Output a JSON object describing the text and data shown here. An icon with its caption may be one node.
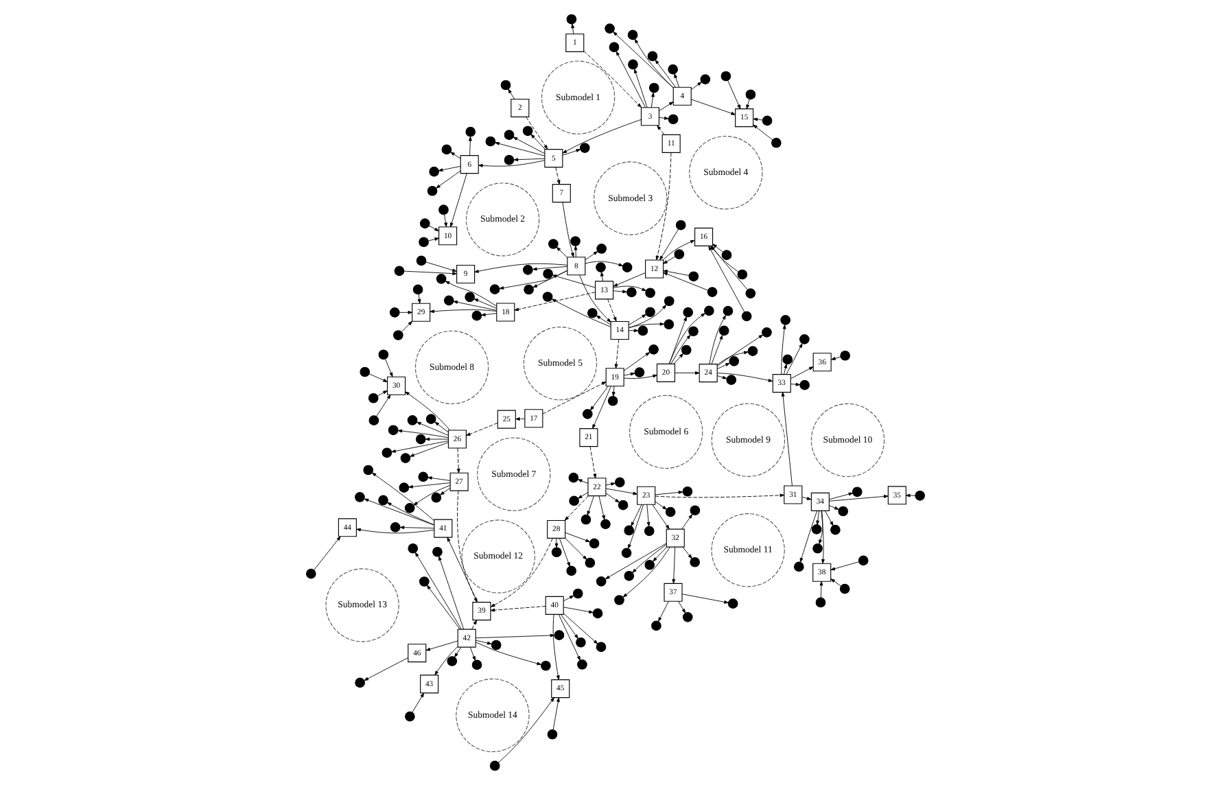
{
  "diagram": {
    "nodes": [
      {
        "text": [
          "Submodel 1"
        ]
      },
      {
        "text": [
          "Submodel 2"
        ]
      },
      {
        "text": [
          "Submodel 3"
        ]
      },
      {
        "text": [
          "Submodel 4"
        ]
      },
      {
        "text": [
          "Submodel 5"
        ]
      },
      {
        "text": [
          "Submodel 6"
        ]
      },
      {
        "text": [
          "Submodel 7"
        ]
      },
      {
        "text": [
          "Submodel 8"
        ]
      },
      {
        "text": [
          "Submodel 9"
        ]
      },
      {
        "text": [
          "Submodel 10"
        ]
      },
      {
        "text": [
          "Submodel 11"
        ]
      },
      {
        "text": [
          "Submodel 12"
        ]
      },
      {
        "text": [
          "Submodel 13"
        ]
      },
      {
        "text": [
          "Submodel 14"
        ]
      },
      {
        "text": [
          "1"
        ]
      },
      {
        "text": [
          "2"
        ]
      },
      {
        "text": [
          "3"
        ]
      },
      {
        "text": [
          "4"
        ]
      },
      {
        "text": [
          "5"
        ]
      },
      {
        "text": [
          "6"
        ]
      },
      {
        "text": [
          "7"
        ]
      },
      {
        "text": [
          "8"
        ]
      },
      {
        "text": [
          "9"
        ]
      },
      {
        "text": [
          "10"
        ]
      },
      {
        "text": [
          "11"
        ]
      },
      {
        "text": [
          "12"
        ]
      },
      {
        "text": [
          "13"
        ]
      },
      {
        "text": [
          "14"
        ]
      },
      {
        "text": [
          "15"
        ]
      },
      {
        "text": [
          "16"
        ]
      },
      {
        "text": [
          "17"
        ]
      },
      {
        "text": [
          "18"
        ]
      },
      {
        "text": [
          "19"
        ]
      },
      {
        "text": [
          "20"
        ]
      },
      {
        "text": [
          "21"
        ]
      },
      {
        "text": [
          "22"
        ]
      },
      {
        "text": [
          "23"
        ]
      },
      {
        "text": [
          "24"
        ]
      },
      {
        "text": [
          "25"
        ]
      },
      {
        "text": [
          "26"
        ]
      },
      {
        "text": [
          "27"
        ]
      },
      {
        "text": [
          "28"
        ]
      },
      {
        "text": [
          "29"
        ]
      },
      {
        "text": [
          "30"
        ]
      },
      {
        "text": [
          "31"
        ]
      },
      {
        "text": [
          "32"
        ]
      },
      {
        "text": [
          "33"
        ]
      },
      {
        "text": [
          "34"
        ]
      },
      {
        "text": [
          "35"
        ]
      },
      {
        "text": [
          "36"
        ]
      },
      {
        "text": [
          "37"
        ]
      },
      {
        "text": [
          "38"
        ]
      },
      {
        "text": [
          "39"
        ]
      },
      {
        "text": [
          "40"
        ]
      },
      {
        "text": [
          "41"
        ]
      },
      {
        "text": [
          "42"
        ]
      },
      {
        "text": [
          "43"
        ]
      },
      {
        "text": [
          "44"
        ]
      },
      {
        "text": [
          "45"
        ]
      },
      {
        "text": [
          "46"
        ]
      },
      {
        "text": [],
        "shape": "circle"
      },
      {
        "text": [],
        "shape": "circle"
      },
      {
        "text": [],
        "shape": "circle"
      },
      {
        "text": [],
        "shape": "circle"
      },
      {
        "text": [],
        "shape": "circle"
      },
      {
        "text": [],
        "shape": "circle"
      },
      {
        "text": [],
        "shape": "circle"
      },
      {
        "text": [],
        "shape": "circle"
      },
      {
        "text": [],
        "shape": "circle"
      },
      {
        "text": [],
        "shape": "circle"
      },
      {
        "text": [],
        "shape": "circle"
      },
      {
        "text": [],
        "shape": "circle"
      },
      {
        "text": [],
        "shape": "circle"
      },
      {
        "text": [],
        "shape": "circle"
      },
      {
        "text": [],
        "shape": "circle"
      },
      {
        "text": [],
        "shape": "circle"
      },
      {
        "text": [],
        "shape": "circle"
      },
      {
        "text": [],
        "shape": "circle"
      },
      {
        "text": [],
        "shape": "circle"
      },
      {
        "text": [],
        "shape": "circle"
      },
      {
        "text": [],
        "shape": "circle"
      },
      {
        "text": [],
        "shape": "circle"
      },
      {
        "text": [],
        "shape": "circle"
      },
      {
        "text": [],
        "shape": "circle"
      },
      {
        "text": [],
        "shape": "circle"
      },
      {
        "text": [],
        "shape": "circle"
      },
      {
        "text": [],
        "shape": "circle"
      },
      {
        "text": [],
        "shape": "circle"
      },
      {
        "text": [],
        "shape": "circle"
      },
      {
        "text": [],
        "shape": "circle"
      },
      {
        "text": [],
        "shape": "circle"
      },
      {
        "text": [],
        "shape": "circle"
      },
      {
        "text": [],
        "shape": "circle"
      },
      {
        "text": [],
        "shape": "circle"
      },
      {
        "text": [],
        "shape": "circle"
      },
      {
        "text": [],
        "shape": "circle"
      },
      {
        "text": [],
        "shape": "circle"
      },
      {
        "text": [],
        "shape": "circle"
      },
      {
        "text": [],
        "shape": "circle"
      },
      {
        "text": [],
        "shape": "circle"
      },
      {
        "text": [],
        "shape": "circle"
      },
      {
        "text": [],
        "shape": "circle"
      },
      {
        "text": [],
        "shape": "circle"
      },
      {
        "text": [],
        "shape": "circle"
      },
      {
        "text": [],
        "shape": "circle"
      },
      {
        "text": [],
        "shape": "circle"
      },
      {
        "text": [],
        "shape": "circle"
      },
      {
        "text": [],
        "shape": "circle"
      },
      {
        "text": [],
        "shape": "circle"
      },
      {
        "text": [],
        "shape": "circle"
      },
      {
        "text": [],
        "shape": "circle"
      },
      {
        "text": [],
        "shape": "circle"
      },
      {
        "text": [],
        "shape": "circle"
      },
      {
        "text": [],
        "shape": "circle"
      },
      {
        "text": [],
        "shape": "circle"
      },
      {
        "text": [],
        "shape": "circle"
      },
      {
        "text": [],
        "shape": "circle"
      },
      {
        "text": [],
        "shape": "circle"
      },
      {
        "text": [],
        "shape": "circle"
      },
      {
        "text": [],
        "shape": "circle"
      },
      {
        "text": [],
        "shape": "circle"
      },
      {
        "text": [],
        "shape": "circle"
      },
      {
        "text": [],
        "shape": "circle"
      },
      {
        "text": [],
        "shape": "circle"
      },
      {
        "text": [],
        "shape": "circle"
      },
      {
        "text": [],
        "shape": "circle"
      },
      {
        "text": [],
        "shape": "circle"
      },
      {
        "text": [],
        "shape": "circle"
      },
      {
        "text": [],
        "shape": "circle"
      },
      {
        "text": [],
        "shape": "circle"
      },
      {
        "text": [],
        "shape": "circle"
      },
      {
        "text": [],
        "shape": "circle"
      },
      {
        "text": [],
        "shape": "circle"
      },
      {
        "text": [],
        "shape": "circle"
      },
      {
        "text": [],
        "shape": "circle"
      },
      {
        "text": [],
        "shape": "circle"
      },
      {
        "text": [],
        "shape": "circle"
      },
      {
        "text": [],
        "shape": "circle"
      },
      {
        "text": [],
        "shape": "circle"
      },
      {
        "text": [],
        "shape": "circle"
      },
      {
        "text": [],
        "shape": "circle"
      },
      {
        "text": [],
        "shape": "circle"
      },
      {
        "text": [],
        "shape": "circle"
      },
      {
        "text": [],
        "shape": "circle"
      },
      {
        "text": [],
        "shape": "circle"
      },
      {
        "text": [],
        "shape": "circle"
      },
      {
        "text": [],
        "shape": "circle"
      },
      {
        "text": [],
        "shape": "circle"
      },
      {
        "text": [],
        "shape": "circle"
      },
      {
        "text": [],
        "shape": "circle"
      },
      {
        "text": [],
        "shape": "circle"
      },
      {
        "text": [],
        "shape": "circle"
      },
      {
        "text": [],
        "shape": "circle"
      },
      {
        "text": [],
        "shape": "circle"
      },
      {
        "text": [],
        "shape": "circle"
      },
      {
        "text": [],
        "shape": "circle"
      },
      {
        "text": [],
        "shape": "circle"
      },
      {
        "text": [],
        "shape": "circle"
      },
      {
        "text": [],
        "shape": "circle"
      },
      {
        "text": [],
        "shape": "circle"
      },
      {
        "text": [],
        "shape": "circle"
      },
      {
        "text": [],
        "shape": "circle"
      },
      {
        "text": [],
        "shape": "circle"
      },
      {
        "text": [],
        "shape": "circle"
      },
      {
        "text": [],
        "shape": "circle"
      },
      {
        "text": [],
        "shape": "circle"
      },
      {
        "text": [],
        "shape": "circle"
      },
      {
        "text": [],
        "shape": "circle"
      },
      {
        "text": [],
        "shape": "circle"
      },
      {
        "text": [],
        "shape": "circle"
      },
      {
        "text": [],
        "shape": "circle"
      },
      {
        "text": [],
        "shape": "circle"
      },
      {
        "text": [],
        "shape": "circle"
      },
      {
        "text": [],
        "shape": "circle"
      },
      {
        "text": [],
        "shape": "circle"
      },
      {
        "text": [],
        "shape": "circle"
      },
      {
        "text": [],
        "shape": "circle"
      },
      {
        "text": [],
        "shape": "circle"
      },
      {
        "text": [],
        "shape": "circle"
      },
      {
        "text": [],
        "shape": "circle"
      },
      {
        "text": [],
        "shape": "circle"
      },
      {
        "text": [],
        "shape": "circle"
      },
      {
        "text": [],
        "shape": "circle"
      },
      {
        "text": [],
        "shape": "circle"
      },
      {
        "text": [],
        "shape": "circle"
      },
      {
        "text": [],
        "shape": "circle"
      },
      {
        "text": [],
        "shape": "circle"
      },
      {
        "text": [],
        "shape": "circle"
      },
      {
        "text": [],
        "shape": "circle"
      },
      {
        "text": [],
        "shape": "circle"
      },
      {
        "text": [],
        "shape": "circle"
      },
      {
        "text": [],
        "shape": "circle"
      },
      {
        "text": [],
        "shape": "circle"
      },
      {
        "text": [],
        "shape": "circle"
      },
      {
        "text": [],
        "shape": "circle"
      },
      {
        "text": [],
        "shape": "circle"
      },
      {
        "text": [],
        "shape": "circle"
      },
      {
        "text": [],
        "shape": "circle"
      },
      {
        "text": [],
        "shape": "circle"
      },
      {
        "text": [],
        "shape": "circle"
      },
      {
        "text": [],
        "shape": "circle"
      },
      {
        "text": [],
        "shape": "circle"
      },
      {
        "text": [],
        "shape": "circle"
      },
      {
        "text": [],
        "shape": "circle"
      },
      {
        "text": [],
        "shape": "circle"
      },
      {
        "text": [],
        "shape": "circle"
      },
      {
        "text": [],
        "shape": "circle"
      },
      {
        "text": [],
        "shape": "circle"
      },
      {
        "text": [],
        "shape": "circle"
      },
      {
        "text": [],
        "shape": "circle"
      }
    ],
    "edges": [
      {
        "from": 14,
        "to": 16,
        "arrow": "to",
        "style": "dashed"
      },
      {
        "from": 15,
        "to": 18,
        "arrow": "to",
        "style": "dashed"
      },
      {
        "from": 16,
        "to": 18,
        "arrow": "to"
      },
      {
        "from": 16,
        "to": 17,
        "arrow": "to"
      },
      {
        "from": 24,
        "to": 16,
        "arrow": "to",
        "style": "dashed"
      },
      {
        "from": 18,
        "to": 20,
        "arrow": "to",
        "style": "dashed"
      },
      {
        "from": 18,
        "to": 19,
        "arrow": "to"
      },
      {
        "from": 24,
        "to": 25,
        "arrow": "to",
        "style": "dashed"
      },
      {
        "from": 20,
        "to": 21,
        "arrow": "to"
      },
      {
        "from": 25,
        "to": 26,
        "arrow": "to"
      },
      {
        "from": 21,
        "to": 27,
        "arrow": "to"
      },
      {
        "from": 26,
        "to": 27,
        "arrow": "to",
        "style": "dashed"
      },
      {
        "from": 26,
        "to": 31,
        "arrow": "to",
        "style": "dashed"
      },
      {
        "from": 27,
        "to": 32,
        "arrow": "to",
        "style": "dashed"
      },
      {
        "from": 30,
        "to": 32,
        "arrow": "to",
        "style": "dashed"
      },
      {
        "from": 30,
        "to": 38,
        "arrow": "to",
        "style": "dashed"
      },
      {
        "from": 38,
        "to": 39,
        "arrow": "to",
        "style": "dashed"
      },
      {
        "from": 32,
        "to": 34,
        "arrow": "to"
      },
      {
        "from": 32,
        "to": 33,
        "arrow": "to"
      },
      {
        "from": 34,
        "to": 35,
        "arrow": "to",
        "style": "dashed"
      },
      {
        "from": 39,
        "to": 40,
        "arrow": "to",
        "style": "dashed"
      },
      {
        "from": 35,
        "to": 41,
        "arrow": "to",
        "style": "dashed"
      },
      {
        "from": 40,
        "to": 52,
        "arrow": "to",
        "style": "dashed"
      },
      {
        "from": 41,
        "to": 52,
        "arrow": "to",
        "style": "dashed"
      },
      {
        "from": 53,
        "to": 52,
        "arrow": "to",
        "style": "dashed"
      },
      {
        "from": 55,
        "to": 52,
        "arrow": "to",
        "style": "dashed"
      },
      {
        "from": 52,
        "to": 54,
        "arrow": "to"
      },
      {
        "from": 35,
        "to": 36,
        "arrow": "to"
      },
      {
        "from": 33,
        "to": 37,
        "arrow": "to"
      },
      {
        "from": 36,
        "to": 44,
        "arrow": "to",
        "style": "dashed"
      },
      {
        "from": 37,
        "to": 46,
        "arrow": "to"
      },
      {
        "from": 44,
        "to": 46,
        "arrow": "to"
      },
      {
        "from": 44,
        "to": 47,
        "arrow": "to"
      },
      {
        "from": 36,
        "to": 45,
        "arrow": "to"
      },
      {
        "from": 47,
        "to": 48,
        "arrow": "to"
      },
      {
        "from": 47,
        "to": 51,
        "arrow": "to"
      },
      {
        "from": 46,
        "to": 49,
        "arrow": "to"
      },
      {
        "from": 54,
        "to": 57,
        "arrow": "to"
      },
      {
        "from": 55,
        "to": 56,
        "arrow": "to"
      },
      {
        "from": 53,
        "to": 58,
        "arrow": "to"
      },
      {
        "from": 55,
        "to": 59,
        "arrow": "to"
      },
      {
        "from": 39,
        "to": 43,
        "arrow": "to"
      },
      {
        "from": 31,
        "to": 42,
        "arrow": "to"
      },
      {
        "from": 25,
        "to": 29,
        "arrow": "to"
      },
      {
        "from": 17,
        "to": 28,
        "arrow": "to"
      },
      {
        "from": 19,
        "to": 23,
        "arrow": "to"
      },
      {
        "from": 21,
        "to": 22,
        "arrow": "to"
      },
      {
        "from": 45,
        "to": 50,
        "arrow": "to"
      },
      {
        "from": 14,
        "to": 60,
        "arrow": "to"
      },
      {
        "from": 15,
        "to": 61,
        "arrow": "to"
      },
      {
        "from": 16,
        "to": 62,
        "arrow": "to"
      },
      {
        "from": 16,
        "to": 63,
        "arrow": "to"
      },
      {
        "from": 16,
        "to": 64,
        "arrow": "to"
      },
      {
        "from": 16,
        "to": 65,
        "arrow": "to"
      },
      {
        "from": 17,
        "to": 66,
        "arrow": "to"
      },
      {
        "from": 17,
        "to": 67,
        "arrow": "to"
      },
      {
        "from": 17,
        "to": 68,
        "arrow": "to"
      },
      {
        "from": 17,
        "to": 69,
        "arrow": "to"
      },
      {
        "from": 17,
        "to": 70,
        "arrow": "to"
      },
      {
        "from": 18,
        "to": 71,
        "arrow": "to"
      },
      {
        "from": 18,
        "to": 72,
        "arrow": "to"
      },
      {
        "from": 18,
        "to": 73,
        "arrow": "to"
      },
      {
        "from": 18,
        "to": 74,
        "arrow": "to"
      },
      {
        "from": 18,
        "to": 75,
        "arrow": "to"
      },
      {
        "from": 19,
        "to": 76,
        "arrow": "to"
      },
      {
        "from": 19,
        "to": 77,
        "arrow": "to"
      },
      {
        "from": 19,
        "to": 78,
        "arrow": "to"
      },
      {
        "from": 19,
        "to": 79,
        "arrow": "to"
      },
      {
        "from": 21,
        "to": 80,
        "arrow": "to"
      },
      {
        "from": 21,
        "to": 81,
        "arrow": "to"
      },
      {
        "from": 21,
        "to": 82,
        "arrow": "to"
      },
      {
        "from": 21,
        "to": 83,
        "arrow": "to"
      },
      {
        "from": 21,
        "to": 84,
        "arrow": "to"
      },
      {
        "from": 21,
        "to": 85,
        "arrow": "to"
      },
      {
        "from": 21,
        "to": 86,
        "arrow": "to"
      },
      {
        "from": 87,
        "to": 22,
        "arrow": "to"
      },
      {
        "from": 88,
        "to": 22,
        "arrow": "to"
      },
      {
        "from": 89,
        "to": 23,
        "arrow": "to"
      },
      {
        "from": 90,
        "to": 23,
        "arrow": "to"
      },
      {
        "from": 91,
        "to": 23,
        "arrow": "to"
      },
      {
        "from": 92,
        "to": 25,
        "arrow": "to"
      },
      {
        "from": 93,
        "to": 25,
        "arrow": "to"
      },
      {
        "from": 94,
        "to": 25,
        "arrow": "to"
      },
      {
        "from": 95,
        "to": 25,
        "arrow": "to"
      },
      {
        "from": 26,
        "to": 96,
        "arrow": "to"
      },
      {
        "from": 26,
        "to": 97,
        "arrow": "to"
      },
      {
        "from": 26,
        "to": 98,
        "arrow": "to"
      },
      {
        "from": 26,
        "to": 99,
        "arrow": "to"
      },
      {
        "from": 27,
        "to": 100,
        "arrow": "to"
      },
      {
        "from": 27,
        "to": 101,
        "arrow": "to"
      },
      {
        "from": 27,
        "to": 102,
        "arrow": "to"
      },
      {
        "from": 27,
        "to": 103,
        "arrow": "to"
      },
      {
        "from": 27,
        "to": 104,
        "arrow": "to"
      },
      {
        "from": 27,
        "to": 105,
        "arrow": "to"
      },
      {
        "from": 106,
        "to": 28,
        "arrow": "to"
      },
      {
        "from": 107,
        "to": 28,
        "arrow": "to"
      },
      {
        "from": 108,
        "to": 28,
        "arrow": "to"
      },
      {
        "from": 109,
        "to": 28,
        "arrow": "to"
      },
      {
        "from": 110,
        "to": 29,
        "arrow": "to"
      },
      {
        "from": 111,
        "to": 29,
        "arrow": "to"
      },
      {
        "from": 112,
        "to": 29,
        "arrow": "to"
      },
      {
        "from": 113,
        "to": 29,
        "arrow": "to"
      },
      {
        "from": 31,
        "to": 114,
        "arrow": "to"
      },
      {
        "from": 31,
        "to": 115,
        "arrow": "to"
      },
      {
        "from": 31,
        "to": 116,
        "arrow": "to"
      },
      {
        "from": 31,
        "to": 117,
        "arrow": "to"
      },
      {
        "from": 32,
        "to": 118,
        "arrow": "to"
      },
      {
        "from": 32,
        "to": 119,
        "arrow": "to"
      },
      {
        "from": 32,
        "to": 120,
        "arrow": "to"
      },
      {
        "from": 32,
        "to": 121,
        "arrow": "to"
      },
      {
        "from": 33,
        "to": 122,
        "arrow": "to"
      },
      {
        "from": 33,
        "to": 123,
        "arrow": "to"
      },
      {
        "from": 33,
        "to": 124,
        "arrow": "to"
      },
      {
        "from": 33,
        "to": 125,
        "arrow": "to"
      },
      {
        "from": 35,
        "to": 126,
        "arrow": "to"
      },
      {
        "from": 35,
        "to": 127,
        "arrow": "to"
      },
      {
        "from": 35,
        "to": 128,
        "arrow": "to"
      },
      {
        "from": 35,
        "to": 129,
        "arrow": "to"
      },
      {
        "from": 35,
        "to": 130,
        "arrow": "to"
      },
      {
        "from": 35,
        "to": 131,
        "arrow": "to"
      },
      {
        "from": 36,
        "to": 132,
        "arrow": "to"
      },
      {
        "from": 36,
        "to": 133,
        "arrow": "to"
      },
      {
        "from": 36,
        "to": 134,
        "arrow": "to"
      },
      {
        "from": 36,
        "to": 135,
        "arrow": "to"
      },
      {
        "from": 36,
        "to": 136,
        "arrow": "to"
      },
      {
        "from": 37,
        "to": 137,
        "arrow": "to"
      },
      {
        "from": 37,
        "to": 138,
        "arrow": "to"
      },
      {
        "from": 37,
        "to": 139,
        "arrow": "to"
      },
      {
        "from": 37,
        "to": 140,
        "arrow": "to"
      },
      {
        "from": 37,
        "to": 141,
        "arrow": "to"
      },
      {
        "from": 37,
        "to": 142,
        "arrow": "to"
      },
      {
        "from": 39,
        "to": 143,
        "arrow": "to"
      },
      {
        "from": 39,
        "to": 144,
        "arrow": "to"
      },
      {
        "from": 39,
        "to": 145,
        "arrow": "to"
      },
      {
        "from": 39,
        "to": 146,
        "arrow": "to"
      },
      {
        "from": 39,
        "to": 147,
        "arrow": "to"
      },
      {
        "from": 39,
        "to": 148,
        "arrow": "to"
      },
      {
        "from": 40,
        "to": 149,
        "arrow": "to"
      },
      {
        "from": 40,
        "to": 150,
        "arrow": "to"
      },
      {
        "from": 40,
        "to": 151,
        "arrow": "to"
      },
      {
        "from": 40,
        "to": 152,
        "arrow": "to"
      },
      {
        "from": 41,
        "to": 153,
        "arrow": "to"
      },
      {
        "from": 41,
        "to": 154,
        "arrow": "to"
      },
      {
        "from": 41,
        "to": 155,
        "arrow": "to"
      },
      {
        "from": 41,
        "to": 156,
        "arrow": "to"
      },
      {
        "from": 157,
        "to": 42,
        "arrow": "to"
      },
      {
        "from": 158,
        "to": 42,
        "arrow": "to"
      },
      {
        "from": 159,
        "to": 42,
        "arrow": "to"
      },
      {
        "from": 160,
        "to": 43,
        "arrow": "to"
      },
      {
        "from": 161,
        "to": 43,
        "arrow": "to"
      },
      {
        "from": 162,
        "to": 43,
        "arrow": "to"
      },
      {
        "from": 163,
        "to": 43,
        "arrow": "to"
      },
      {
        "from": 45,
        "to": 164,
        "arrow": "to"
      },
      {
        "from": 45,
        "to": 165,
        "arrow": "to"
      },
      {
        "from": 45,
        "to": 166,
        "arrow": "to"
      },
      {
        "from": 45,
        "to": 167,
        "arrow": "to"
      },
      {
        "from": 45,
        "to": 168,
        "arrow": "to"
      },
      {
        "from": 45,
        "to": 169,
        "arrow": "to"
      },
      {
        "from": 46,
        "to": 170,
        "arrow": "to"
      },
      {
        "from": 46,
        "to": 171,
        "arrow": "to"
      },
      {
        "from": 46,
        "to": 172,
        "arrow": "to"
      },
      {
        "from": 46,
        "to": 173,
        "arrow": "to"
      },
      {
        "from": 47,
        "to": 174,
        "arrow": "to"
      },
      {
        "from": 47,
        "to": 175,
        "arrow": "to"
      },
      {
        "from": 47,
        "to": 176,
        "arrow": "to"
      },
      {
        "from": 47,
        "to": 177,
        "arrow": "to"
      },
      {
        "from": 47,
        "to": 178,
        "arrow": "to"
      },
      {
        "from": 47,
        "to": 179,
        "arrow": "to"
      },
      {
        "from": 180,
        "to": 48,
        "arrow": "to"
      },
      {
        "from": 181,
        "to": 49,
        "arrow": "to"
      },
      {
        "from": 50,
        "to": 182,
        "arrow": "to"
      },
      {
        "from": 50,
        "to": 183,
        "arrow": "to"
      },
      {
        "from": 50,
        "to": 184,
        "arrow": "to"
      },
      {
        "from": 185,
        "to": 51,
        "arrow": "to"
      },
      {
        "from": 186,
        "to": 51,
        "arrow": "to"
      },
      {
        "from": 187,
        "to": 51,
        "arrow": "to"
      },
      {
        "from": 53,
        "to": 188,
        "arrow": "to"
      },
      {
        "from": 53,
        "to": 189,
        "arrow": "to"
      },
      {
        "from": 53,
        "to": 190,
        "arrow": "to"
      },
      {
        "from": 53,
        "to": 191,
        "arrow": "to"
      },
      {
        "from": 53,
        "to": 192,
        "arrow": "to"
      },
      {
        "from": 54,
        "to": 193,
        "arrow": "to"
      },
      {
        "from": 54,
        "to": 194,
        "arrow": "to"
      },
      {
        "from": 54,
        "to": 195,
        "arrow": "to"
      },
      {
        "from": 54,
        "to": 196,
        "arrow": "to"
      },
      {
        "from": 55,
        "to": 197,
        "arrow": "to"
      },
      {
        "from": 55,
        "to": 198,
        "arrow": "to"
      },
      {
        "from": 55,
        "to": 199,
        "arrow": "to"
      },
      {
        "from": 55,
        "to": 200,
        "arrow": "to"
      },
      {
        "from": 55,
        "to": 201,
        "arrow": "to"
      },
      {
        "from": 55,
        "to": 202,
        "arrow": "to"
      },
      {
        "from": 55,
        "to": 203,
        "arrow": "to"
      },
      {
        "from": 55,
        "to": 204,
        "arrow": "to"
      },
      {
        "from": 205,
        "to": 57,
        "arrow": "to"
      },
      {
        "from": 206,
        "to": 56,
        "arrow": "to"
      },
      {
        "from": 207,
        "to": 58,
        "arrow": "to"
      },
      {
        "from": 208,
        "to": 58,
        "arrow": "to"
      },
      {
        "from": 59,
        "to": 209,
        "arrow": "to"
      }
    ]
  }
}
